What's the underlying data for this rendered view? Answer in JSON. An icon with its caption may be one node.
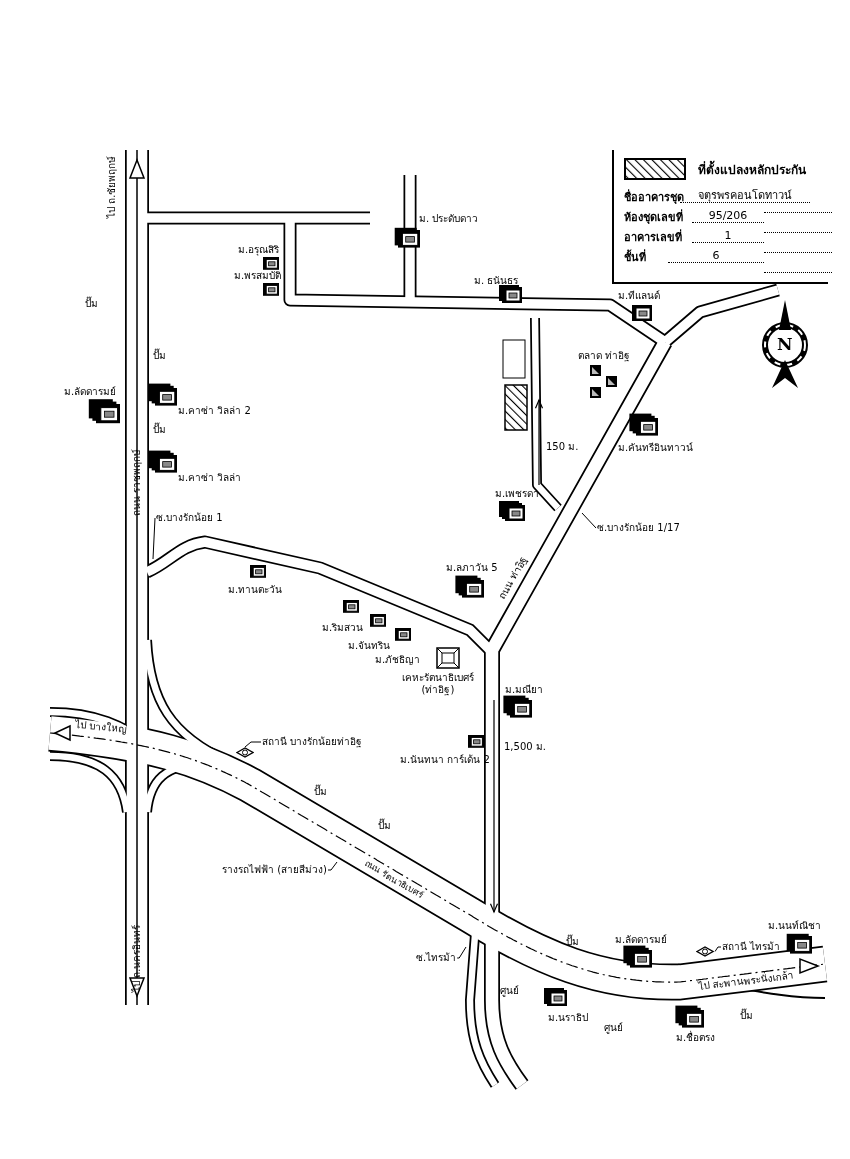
{
  "diagram": {
    "nodes": [
      {
        "text": [
          "ซ.บางรักน้อย 1"
        ]
      },
      {
        "text": [
          "ซ.บางรักน้อย 1/17"
        ]
      },
      {
        "text": [
          "สถานี บางรักน้อยท่าอิฐ"
        ]
      },
      {
        "text": [],
        "shape": "diamond"
      },
      {
        "text": [
          "รางรถไฟฟ้า (สายสีม่วง)"
        ]
      },
      {
        "text": [
          "ซ.ไทรม้า"
        ]
      },
      {
        "text": [
          "สถานี ไทรม้า"
        ]
      },
      {
        "text": [],
        "shape": "diamond"
      }
    ],
    "edges": [
      {
        "from": 0,
        "to": null,
        "arrow": "none"
      },
      {
        "from": 1,
        "to": null,
        "arrow": "none"
      },
      {
        "from": 2,
        "to": 3,
        "arrow": "none"
      },
      {
        "from": 4,
        "to": null,
        "arrow": "none"
      },
      {
        "from": 5,
        "to": null,
        "arrow": "none"
      },
      {
        "from": 6,
        "to": 7,
        "arrow": "none"
      }
    ],
    "labels": [
      "ชื่ออาคารชุด",
      "จตุรพรคอนโดทาวน์",
      "ห้องชุดเลขที่",
      "95/206",
      "อาคารเลขที่",
      "1",
      "ชั้นที่",
      "6",
      "ไป ถ.ชัยพฤกษ์",
      "ม. ประดับดาว",
      "ม.อรุณสิริ",
      "ม.พรสมบัติ",
      "ม. ธนันธร",
      "ม.ทีแลนด์",
      "ปั๊ม",
      "N",
      "ปั๊ม",
      "ตลาด ท่าอิฐ",
      "ม.ลัดดารมย์",
      "ม.คาซ่า วิลล่า 2",
      "ปั๊ม",
      "150 ม.",
      "ม.คันทรีอินทาวน์",
      "ม.คาซ่า วิลล่า",
      "ถนน ราชพฤกษ์",
      "ม.เพชรดา",
      "ม.ทานตะวัน",
      "ม.ลภาวัน 5",
      "ถนน ท่าอิฐ",
      "ม.ริมสวน",
      "ม.จันทริน",
      "ม.ภัชธิญา",
      "เคหะรัตนาธิเบศร์ (ท่าอิฐ)",
      "ม.มณียา",
      "ไป บางใหญ่",
      "ม.นันทนา การ์เด้น 2",
      "1,500 ม.",
      "ปั๊ม",
      "ปั๊ม",
      "ถนน รัตนาธิเบศร์",
      "ปั๊ม",
      "ม.ลัดดารมย์",
      "ม.นนท์ณิชา",
      "ศูนย์",
      "ไป สะพานพระนั่งเกล้า",
      "ม.นราธิป",
      "ศูนย์",
      "ม.ชื่อตรง",
      "ปั๊ม",
      "ไป ถ.นครอินทร์"
    ],
    "legend": [
      {
        "text": "ที่ตั้งแปลงหลักประกัน"
      }
    ]
  }
}
